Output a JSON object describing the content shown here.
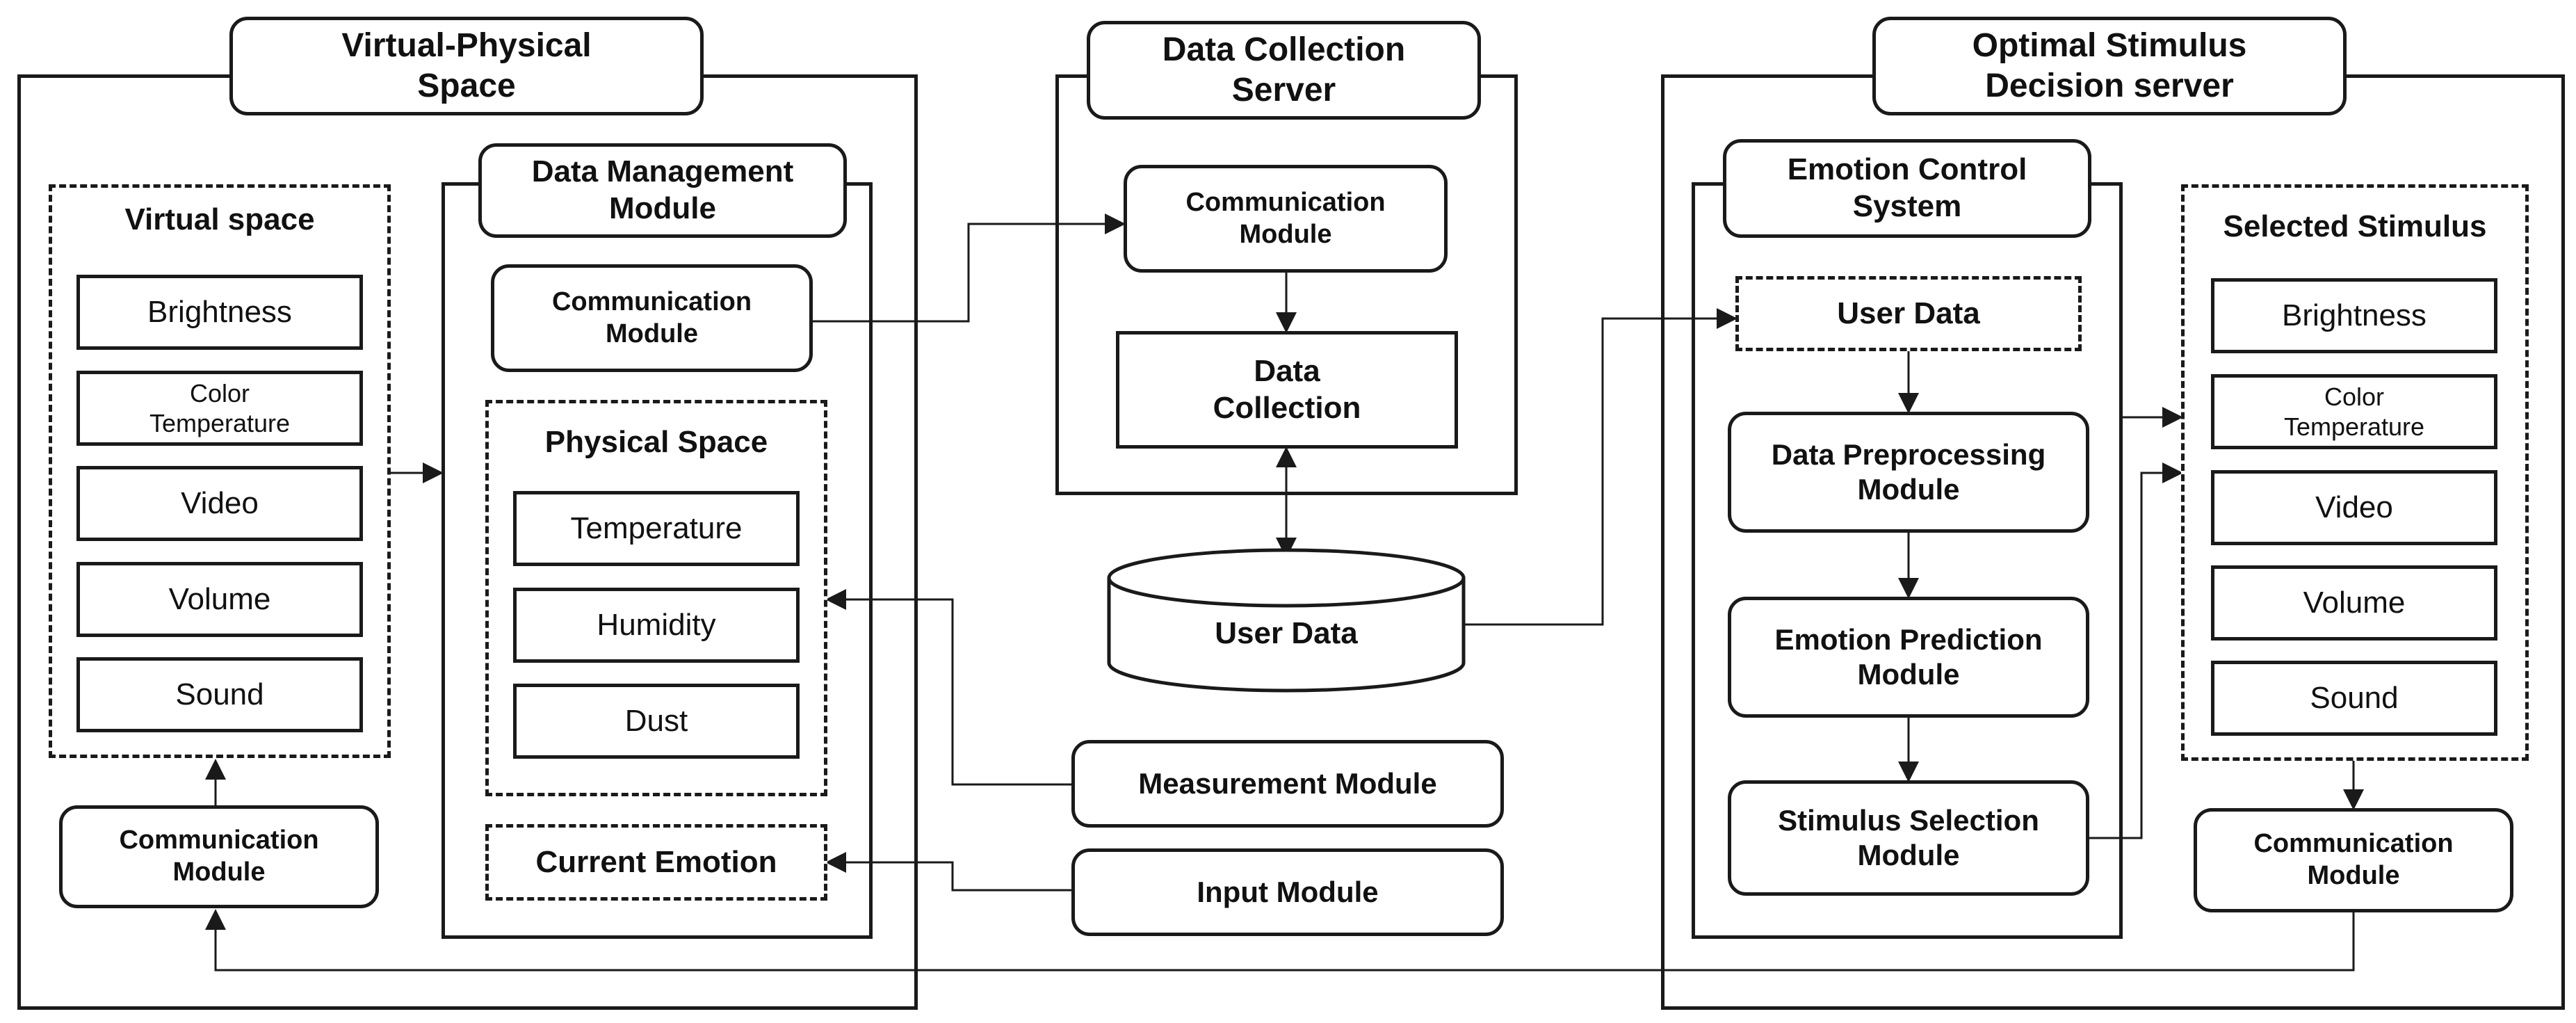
{
  "virtual_physical": {
    "title": "Virtual-Physical\nSpace",
    "virtual_space": {
      "label": "Virtual space",
      "items": [
        "Brightness",
        "Color\nTemperature",
        "Video",
        "Volume",
        "Sound"
      ]
    },
    "comm_module": "Communication\nModule",
    "data_mgmt": {
      "title": "Data Management\nModule",
      "comm_module": "Communication\nModule",
      "physical_space": {
        "label": "Physical Space",
        "items": [
          "Temperature",
          "Humidity",
          "Dust"
        ]
      },
      "current_emotion": "Current Emotion"
    }
  },
  "data_collection": {
    "title": "Data Collection\nServer",
    "comm_module": "Communication\nModule",
    "data_collection": "Data\nCollection"
  },
  "user_data_db": "User Data",
  "measurement_module": "Measurement  Module",
  "input_module": "Input Module",
  "optimal_stimulus": {
    "title": "Optimal Stimulus\nDecision server",
    "emotion_control": {
      "title": "Emotion Control\nSystem",
      "user_data": "User Data",
      "preprocessing": "Data Preprocessing\nModule",
      "prediction": "Emotion  Prediction\nModule",
      "selection": "Stimulus  Selection\nModule"
    },
    "selected_stimulus": {
      "label": "Selected Stimulus",
      "items": [
        "Brightness",
        "Color\nTemperature",
        "Video",
        "Volume",
        "Sound"
      ]
    },
    "comm_module": "Communication\nModule"
  }
}
